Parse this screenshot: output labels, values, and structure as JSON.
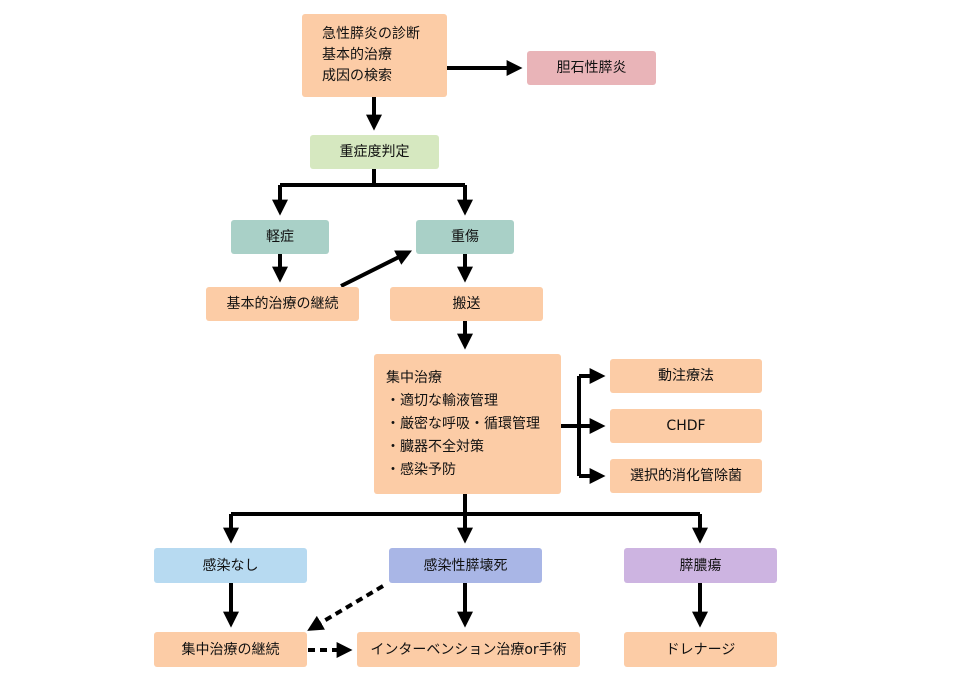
{
  "nodes": {
    "diagnosis": [
      "急性膵炎の診断",
      "基本的治療",
      "成因の検索"
    ],
    "gallstone": "胆石性膵炎",
    "severity": "重症度判定",
    "mild": "軽症",
    "severe": "重傷",
    "basic_continue": "基本的治療の継続",
    "transport": "搬送",
    "icu": [
      "集中治療",
      "・適切な輸液管理",
      "・厳密な呼吸・循環管理",
      "・臓器不全対策",
      "・感染予防"
    ],
    "arterial": "動注療法",
    "chdf": "CHDF",
    "sdd": "選択的消化管除菌",
    "no_infection": "感染なし",
    "infected_necrosis": "感染性膵壊死",
    "abscess": "膵膿瘍",
    "icu_continue": "集中治療の継続",
    "intervention": "インターベンション治療or手術",
    "drainage": "ドレナージ"
  },
  "colors": {
    "orange": "#fccca6",
    "pink": "#e9b4b8",
    "green": "#d6e8c0",
    "teal": "#a9d0c7",
    "blue": "#b7daf1",
    "indigo": "#a9b6e6",
    "purple": "#cdb4e1",
    "arrow": "#000000"
  }
}
